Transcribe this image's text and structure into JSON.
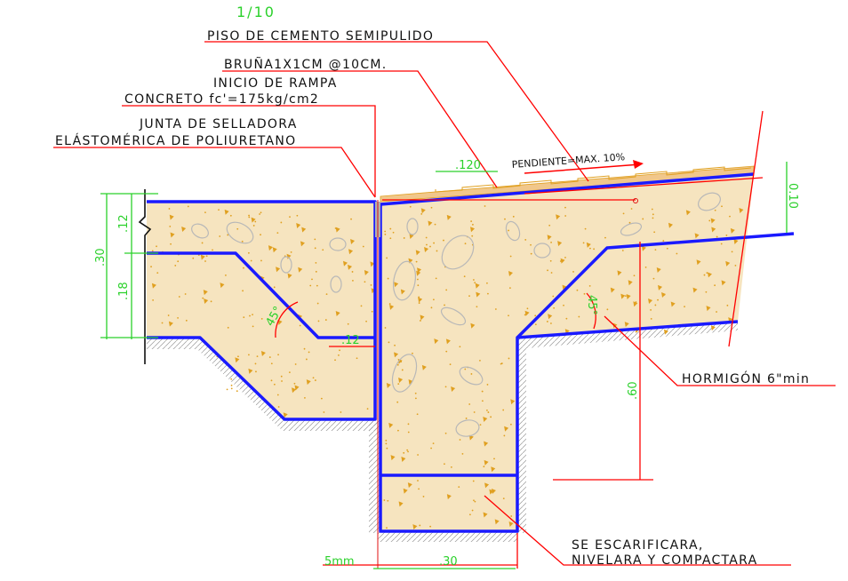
{
  "scale": "1/10",
  "labels": {
    "piso": "PISO DE CEMENTO SEMIPULIDO",
    "bruna": "BRUÑA1X1CM @10CM.",
    "inicio": "INICIO DE RAMPA",
    "concreto": "CONCRETO fc'=175kg/cm2",
    "junta1": "JUNTA DE SELLADORA",
    "junta2": "ELÁSTOMÉRICA DE POLIURETANO",
    "pendiente": "PENDIENTE=MAX. 10%",
    "hormigon": "HORMIGÓN 6\"min",
    "escarificara": "SE ESCARIFICARA,",
    "nivelara": "NIVELARA Y COMPACTARA"
  },
  "dimensions": {
    "d030_left": ".30",
    "d012": ".12",
    "d018": ".18",
    "d120": ".120",
    "d010": "0.10",
    "d060": ".60",
    "d12_small": ".12",
    "d5mm": "5mm",
    "d030_bottom": ".30",
    "angle_left": "45°",
    "angle_right": "45°"
  },
  "colors": {
    "outline": "#1a1aff",
    "leader": "#ff0000",
    "dimension": "#2bd12b",
    "concrete_fill": "#f6e4bf",
    "aggregate": "#e0a020"
  }
}
